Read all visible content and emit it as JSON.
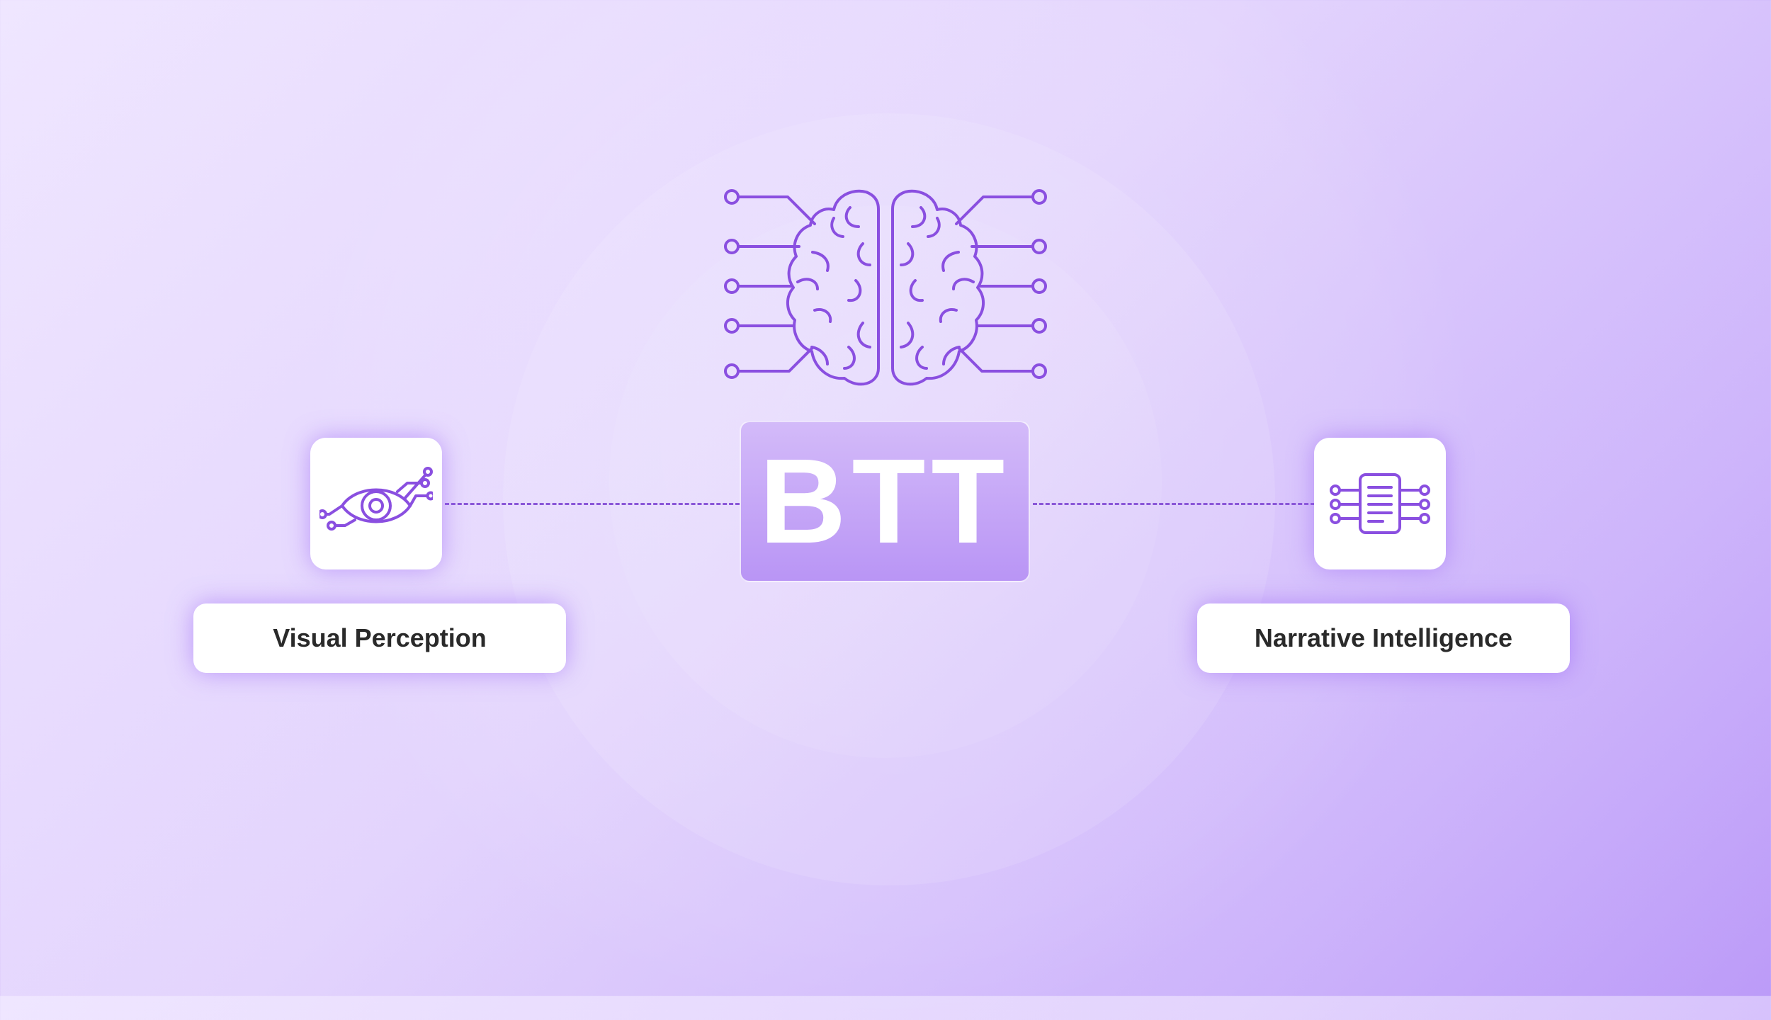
{
  "center": {
    "label": "BTT",
    "icon": "brain-circuit-icon"
  },
  "left_node": {
    "label": "Visual Perception",
    "icon": "eye-circuit-icon"
  },
  "right_node": {
    "label": "Narrative Intelligence",
    "icon": "document-chip-icon"
  },
  "colors": {
    "accent": "#8a4fe0",
    "badge": "#c0a0f6",
    "text": "#2a2a2a",
    "background_start": "#efe6ff",
    "background_end": "#bc9bf8"
  }
}
